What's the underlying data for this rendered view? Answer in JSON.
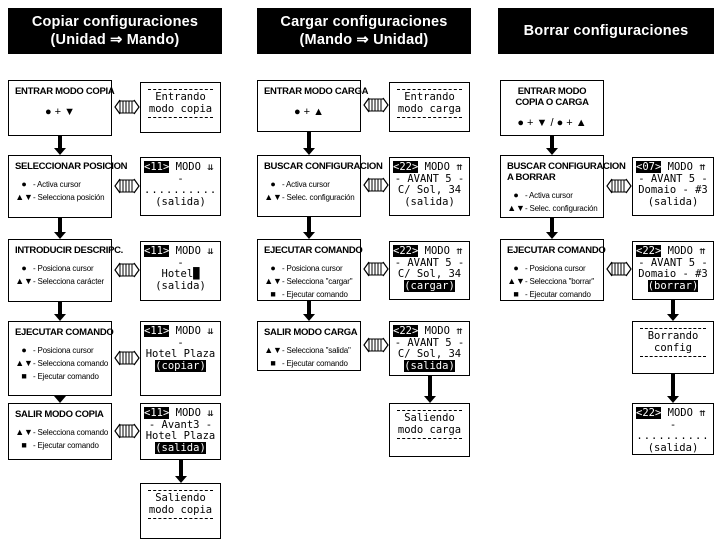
{
  "columns": [
    {
      "title_lines": [
        "Copiar configuraciones",
        "(Unidad ⇒ Mando)"
      ],
      "steps": [
        {
          "title": "ENTRAR MODO COPIA",
          "keys": "● + ▼",
          "lines": []
        },
        {
          "title": "SELECCIONAR POSICION",
          "lines": [
            {
              "key": "●",
              "text": "- Activa cursor"
            },
            {
              "key": "▲▼",
              "text": "- Selecciona posición"
            }
          ]
        },
        {
          "title": "INTRODUCIR DESCRIPC.",
          "lines": [
            {
              "key": "●",
              "text": "- Posiciona cursor"
            },
            {
              "key": "▲▼",
              "text": "- Selecciona carácter"
            }
          ]
        },
        {
          "title": "EJECUTAR COMANDO",
          "lines": [
            {
              "key": "●",
              "text": "- Posiciona cursor"
            },
            {
              "key": "▲▼",
              "text": "- Selecciona comando"
            },
            {
              "key": "■",
              "text": "- Ejecutar comando"
            }
          ]
        },
        {
          "title": "SALIR MODO COPIA",
          "lines": [
            {
              "key": "▲▼",
              "text": "- Selecciona comando"
            },
            {
              "key": "■",
              "text": "- Ejecutar comando"
            }
          ]
        }
      ],
      "screens": [
        {
          "rows": [
            "Entrando",
            "modo copia"
          ]
        },
        {
          "sel": "<11>",
          "head": " MODO ⇊",
          "sub": "-",
          "dots": "..........",
          "last": "(salida)"
        },
        {
          "sel": "<11>",
          "head": " MODO ⇊",
          "sub": "-",
          "mid": "Hotel█",
          "last": "(salida)"
        },
        {
          "sel": "<11>",
          "head": " MODO ⇊",
          "sub": "-",
          "mid": "Hotel Plaza",
          "btn": "(copiar)"
        },
        {
          "sel": "<11>",
          "head": " MODO ⇊",
          "sub": "- Avant3 -",
          "mid": "Hotel Plaza",
          "btn": "(salida)"
        },
        {
          "rows": [
            "Saliendo",
            "modo copia"
          ]
        }
      ]
    },
    {
      "title_lines": [
        "Cargar configuraciones",
        "(Mando ⇒ Unidad)"
      ],
      "steps": [
        {
          "title": "ENTRAR MODO CARGA",
          "keys": "● + ▲",
          "lines": []
        },
        {
          "title": "BUSCAR CONFIGURACION",
          "lines": [
            {
              "key": "●",
              "text": "- Activa cursor"
            },
            {
              "key": "▲▼",
              "text": "- Selec. configuración"
            }
          ]
        },
        {
          "title": "EJECUTAR COMANDO",
          "lines": [
            {
              "key": "●",
              "text": "- Posiciona cursor"
            },
            {
              "key": "▲▼",
              "text": "- Selecciona \"cargar\""
            },
            {
              "key": "■",
              "text": "- Ejecutar comando"
            }
          ]
        },
        {
          "title": "SALIR MODO CARGA",
          "lines": [
            {
              "key": "▲▼",
              "text": "- Selecciona \"salida\""
            },
            {
              "key": "■",
              "text": "- Ejecutar comando"
            }
          ]
        }
      ],
      "screens": [
        {
          "rows": [
            "Entrando",
            "modo carga"
          ]
        },
        {
          "sel": "<22>",
          "head": " MODO ⇈",
          "sub": "- AVANT 5 -",
          "mid": "C/ Sol, 34",
          "last": "(salida)"
        },
        {
          "sel": "<22>",
          "head": " MODO ⇈",
          "sub": "- AVANT 5 -",
          "mid": "C/ Sol, 34",
          "btn": "(cargar)"
        },
        {
          "sel": "<22>",
          "head": " MODO ⇈",
          "sub": "- AVANT 5 -",
          "mid": "C/ Sol, 34",
          "btn": "(salida)"
        },
        {
          "rows": [
            "Saliendo",
            "modo carga"
          ]
        }
      ]
    },
    {
      "title_lines": [
        "Borrar configuraciones"
      ],
      "steps": [
        {
          "title": "ENTRAR MODO\nCOPIA O CARGA",
          "keys": "● + ▼ / ● + ▲",
          "lines": []
        },
        {
          "title": "BUSCAR CONFIGURACION\nA BORRAR",
          "lines": [
            {
              "key": "●",
              "text": "- Activa cursor"
            },
            {
              "key": "▲▼",
              "text": "- Selec. configuración"
            }
          ]
        },
        {
          "title": "EJECUTAR COMANDO",
          "lines": [
            {
              "key": "●",
              "text": "- Posiciona cursor"
            },
            {
              "key": "▲▼",
              "text": "- Selecciona \"borrar\""
            },
            {
              "key": "■",
              "text": "- Ejecutar comando"
            }
          ]
        }
      ],
      "screens": [
        {
          "sel": "<07>",
          "head": " MODO ⇈",
          "sub": "- AVANT 5 -",
          "mid": "Domaio - #3",
          "last": "(salida)"
        },
        {
          "sel": "<22>",
          "head": " MODO ⇈",
          "sub": "- AVANT 5 -",
          "mid": "Domaio - #3",
          "btn": "(borrar)"
        },
        {
          "rows": [
            "Borrando",
            "config"
          ]
        },
        {
          "sel": "<22>",
          "head": " MODO ⇈",
          "sub": "-",
          "dots": "..........",
          "last": "(salida)"
        }
      ]
    }
  ]
}
